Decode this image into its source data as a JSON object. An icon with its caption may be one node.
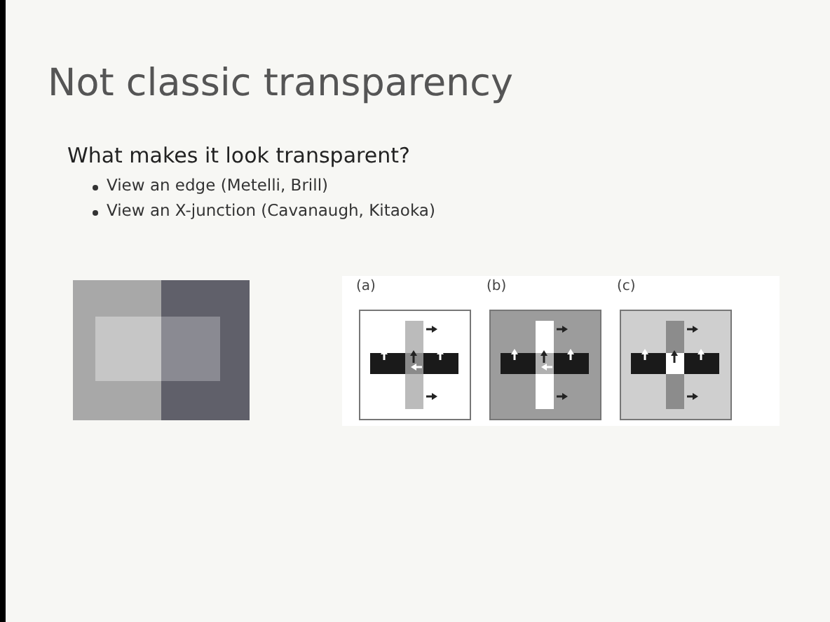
{
  "diagram": {
    "title": "Not classic transparency",
    "labels": [
      "What makes it look transparent?",
      "View an edge (Metelli, Brill)",
      "View an X-junction (Cavanaugh, Kitaoka)",
      "(a)",
      "(b)",
      "(c)"
    ]
  }
}
